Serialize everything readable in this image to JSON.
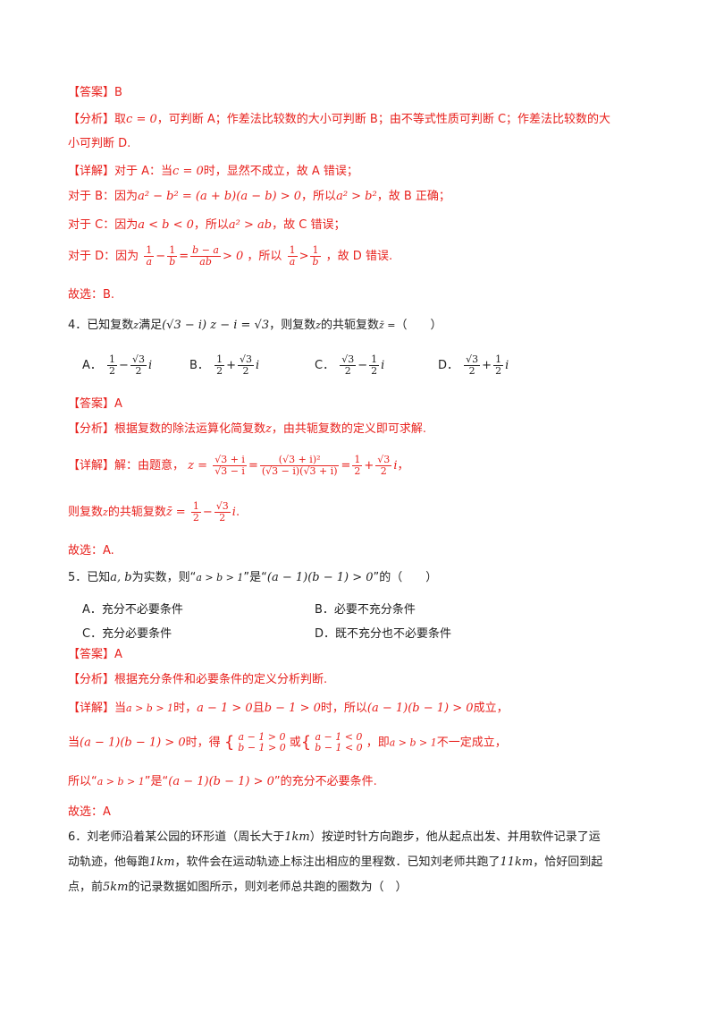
{
  "q3": {
    "answer_tag": "【答案】",
    "answer": "B",
    "analysis_tag": "【分析】",
    "analysis_p1": "取",
    "analysis_math1": "c = 0",
    "analysis_p2": "，可判断 A；作差法比较数的大小可判断 B；由不等式性质可判断 C；作差法比较数的大",
    "analysis_line2": "小可判断 D.",
    "detail_tag": "【详解】",
    "detail_l1_a": "对于 A：当",
    "detail_l1_math": "c = 0",
    "detail_l1_b": "时，显然不成立，故 A 错误；",
    "detail_l2_a": "对于 B：因为",
    "detail_l2_math": "a² − b² = (a + b)(a − b) > 0",
    "detail_l2_b": "，所以",
    "detail_l2_math2": "a² > b²",
    "detail_l2_c": "，故 B 正确；",
    "detail_l3_a": "对于 C：因为",
    "detail_l3_math": "a < b < 0",
    "detail_l3_b": "，所以",
    "detail_l3_math2": "a² > ab",
    "detail_l3_c": "，故 C 错误；",
    "detail_l4_a": "对于 D：因为",
    "detail_l4_b": "，所以",
    "detail_l4_c": "，故 D 错误.",
    "conclusion": "故选：B."
  },
  "q4": {
    "stem_a": "4．已知复数",
    "stem_z": "z",
    "stem_b": "满足",
    "stem_eq": "(√3 − i) z − i = √3",
    "stem_c": "，则复数",
    "stem_d": "的共轭复数",
    "stem_zbar": "z̄ =",
    "stem_e": "（　　）",
    "options": [
      {
        "label": "A．",
        "num1": "1",
        "den1": "2",
        "op": "−",
        "num2": "√3",
        "den2": "2",
        "i": "i"
      },
      {
        "label": "B．",
        "num1": "1",
        "den1": "2",
        "op": "+",
        "num2": "√3",
        "den2": "2",
        "i": "i"
      },
      {
        "label": "C．",
        "num1": "√3",
        "den1": "2",
        "op": "−",
        "num2": "1",
        "den2": "2",
        "i": "i"
      },
      {
        "label": "D．",
        "num1": "√3",
        "den1": "2",
        "op": "+",
        "num2": "1",
        "den2": "2",
        "i": "i"
      }
    ],
    "answer_tag": "【答案】",
    "answer": "A",
    "analysis_tag": "【分析】",
    "analysis_a": "根据复数的除法运算化简复数",
    "analysis_z": "z",
    "analysis_b": "，由共轭复数的定义即可求解.",
    "detail_tag": "【详解】",
    "detail_a": "解：由题意，",
    "detail_z": "z =",
    "detail_f1_num": "√3 + i",
    "detail_f1_den": "√3 − i",
    "detail_f2_num": "(√3 + i)²",
    "detail_f2_den": "(√3 − i)(√3 + i)",
    "detail_f3_num": "1",
    "detail_f3_den": "2",
    "detail_plus": "+",
    "detail_f4_num": "√3",
    "detail_f4_den": "2",
    "detail_i": "i",
    "detail_end": "，",
    "line2_a": "则复数",
    "line2_z": "z",
    "line2_b": "的共轭复数",
    "line2_zbar": "z̄ =",
    "line2_f1_num": "1",
    "line2_f1_den": "2",
    "line2_minus": "−",
    "line2_f2_num": "√3",
    "line2_f2_den": "2",
    "line2_i": "i",
    "line2_end": ".",
    "conclusion": "故选：A."
  },
  "q5": {
    "stem_a": "5．已知",
    "stem_ab": "a, b",
    "stem_b": "为实数，则“",
    "stem_c1": "a > b > 1",
    "stem_c": "”是“",
    "stem_c2": "(a − 1)(b − 1) > 0",
    "stem_d": "”的（　　）",
    "options": [
      {
        "label": "A．",
        "text": "充分不必要条件"
      },
      {
        "label": "B．",
        "text": "必要不充分条件"
      },
      {
        "label": "C．",
        "text": "充分必要条件"
      },
      {
        "label": "D．",
        "text": "既不充分也不必要条件"
      }
    ],
    "answer_tag": "【答案】",
    "answer": "A",
    "analysis_tag": "【分析】",
    "analysis": "根据充分条件和必要条件的定义分析判断.",
    "detail_tag": "【详解】",
    "l1_a": "当",
    "l1_m1": "a > b > 1",
    "l1_b": "时，",
    "l1_m2": "a − 1 > 0",
    "l1_c": "且",
    "l1_m3": "b − 1 > 0",
    "l1_d": "时，所以",
    "l1_m4": "(a − 1)(b − 1) > 0",
    "l1_e": "成立，",
    "l2_a": "当",
    "l2_m1": "(a − 1)(b − 1) > 0",
    "l2_b": "时，得",
    "sys1_r1": "a − 1 > 0",
    "sys1_r2": "b − 1 > 0",
    "l2_c": "或",
    "sys2_r1": "a − 1 < 0",
    "sys2_r2": "b − 1 < 0",
    "l2_d": "，即",
    "l2_m2": "a > b > 1",
    "l2_e": "不一定成立，",
    "l3_a": "所以“",
    "l3_m1": "a > b > 1",
    "l3_b": "”是“",
    "l3_m2": "(a − 1)(b − 1) > 0",
    "l3_c": "”的充分不必要条件.",
    "conclusion": "故选：A"
  },
  "q6": {
    "line1_a": "6．刘老师沿着某公园的环形道（周长大于",
    "line1_m": "1km",
    "line1_b": "）按逆时针方向跑步，他从起点出发、并用软件记录了运",
    "line2_a": "动轨迹，他每跑",
    "line2_m1": "1km",
    "line2_b": "，软件会在运动轨迹上标注出相应的里程数．已知刘老师共跑了",
    "line2_m2": "11km",
    "line2_c": "，恰好回到起",
    "line3_a": "点，前",
    "line3_m": "5km",
    "line3_b": "的记录数据如图所示，则刘老师总共跑的圈数为（　）"
  },
  "colors": {
    "highlight": "#e8221e",
    "text": "#222222"
  }
}
